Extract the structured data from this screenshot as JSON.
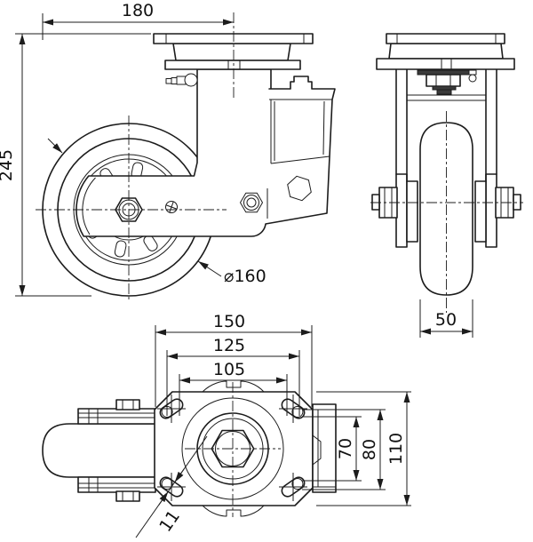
{
  "title": "Swivel caster technical drawing",
  "colors": {
    "line": "#1c1c1c",
    "background": "#ffffff",
    "dark_fill": "#3a3a3a"
  },
  "views": {
    "front": {
      "width": "180",
      "height": "245",
      "wheel_diameter": "⌀160"
    },
    "side": {
      "wheel_width": "50"
    },
    "bottom": {
      "plate_length": "150",
      "bolt_pitch_max": "125",
      "bolt_pitch_min": "105",
      "bolt_pitch_min_y": "70",
      "bolt_pitch_max_y": "80",
      "plate_width": "110",
      "slot_width": "11"
    }
  }
}
